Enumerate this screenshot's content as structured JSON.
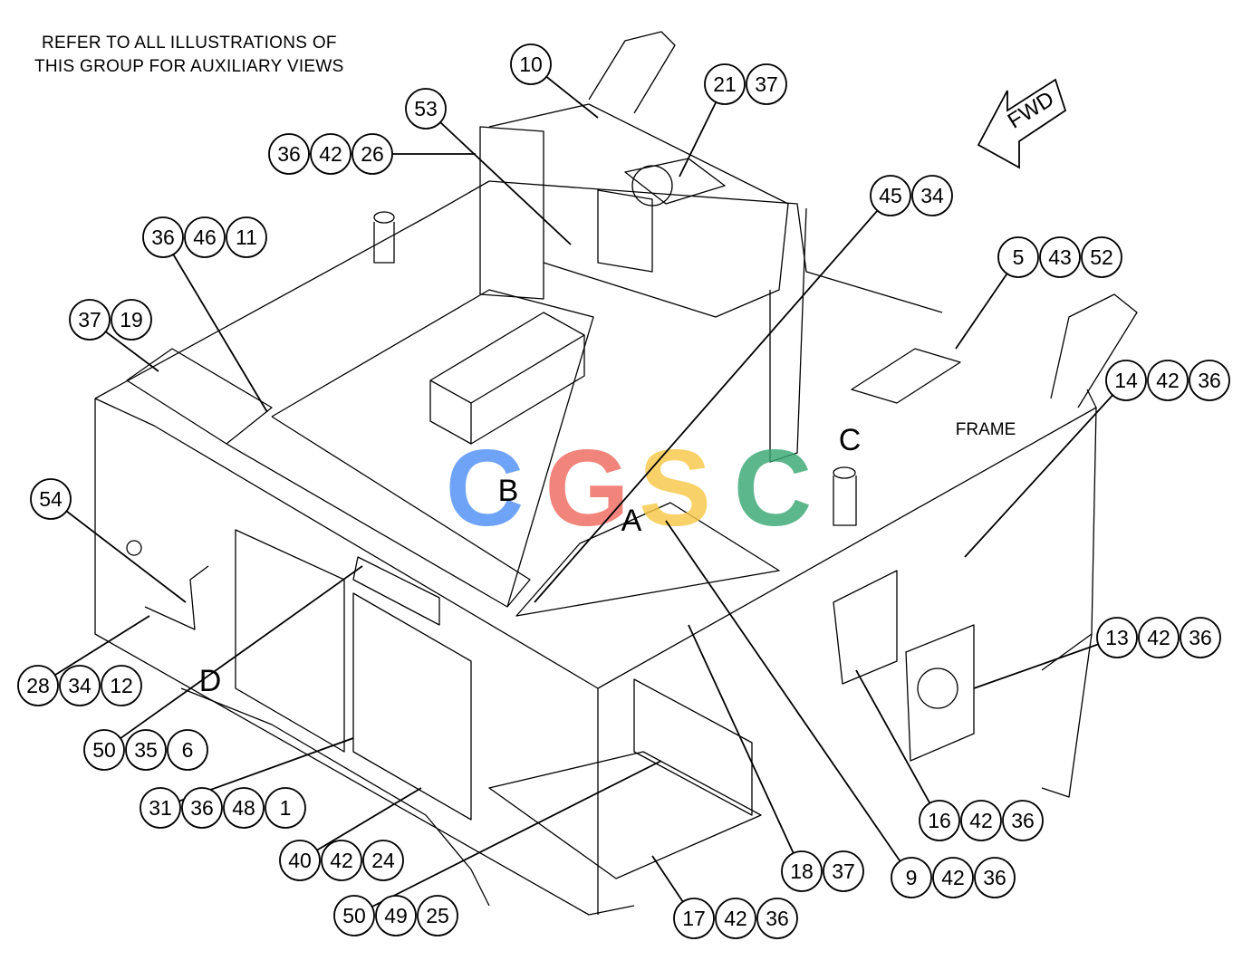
{
  "note": {
    "line1": "REFER TO ALL ILLUSTRATIONS OF",
    "line2": "THIS GROUP FOR AUXILIARY VIEWS"
  },
  "fwd_label": "FWD",
  "frame_label": "FRAME",
  "watermark": {
    "letters": [
      "C",
      "G",
      "S",
      "C"
    ],
    "colors": [
      "#4f8ff7",
      "#ee6b60",
      "#f7c947",
      "#3aa874"
    ]
  },
  "views": [
    "A",
    "B",
    "C",
    "D"
  ],
  "callouts": [
    {
      "id": "c10",
      "numbers": [
        "10"
      ]
    },
    {
      "id": "c21",
      "numbers": [
        "21",
        "37"
      ]
    },
    {
      "id": "c53",
      "numbers": [
        "53"
      ]
    },
    {
      "id": "c36a",
      "numbers": [
        "36",
        "42",
        "26"
      ]
    },
    {
      "id": "c36b",
      "numbers": [
        "36",
        "46",
        "11"
      ]
    },
    {
      "id": "c37",
      "numbers": [
        "37",
        "19"
      ]
    },
    {
      "id": "c45",
      "numbers": [
        "45",
        "34"
      ]
    },
    {
      "id": "c5",
      "numbers": [
        "5",
        "43",
        "52"
      ]
    },
    {
      "id": "c14",
      "numbers": [
        "14",
        "42",
        "36"
      ]
    },
    {
      "id": "c54",
      "numbers": [
        "54"
      ]
    },
    {
      "id": "c28",
      "numbers": [
        "28",
        "34",
        "12"
      ]
    },
    {
      "id": "c13",
      "numbers": [
        "13",
        "42",
        "36"
      ]
    },
    {
      "id": "c50a",
      "numbers": [
        "50",
        "35",
        "6"
      ]
    },
    {
      "id": "c31",
      "numbers": [
        "31",
        "36",
        "48",
        "1"
      ]
    },
    {
      "id": "c40",
      "numbers": [
        "40",
        "42",
        "24"
      ]
    },
    {
      "id": "c16",
      "numbers": [
        "16",
        "42",
        "36"
      ]
    },
    {
      "id": "c18",
      "numbers": [
        "18",
        "37"
      ]
    },
    {
      "id": "c9",
      "numbers": [
        "9",
        "42",
        "36"
      ]
    },
    {
      "id": "c50b",
      "numbers": [
        "50",
        "49",
        "25"
      ]
    },
    {
      "id": "c17",
      "numbers": [
        "17",
        "42",
        "36"
      ]
    }
  ]
}
